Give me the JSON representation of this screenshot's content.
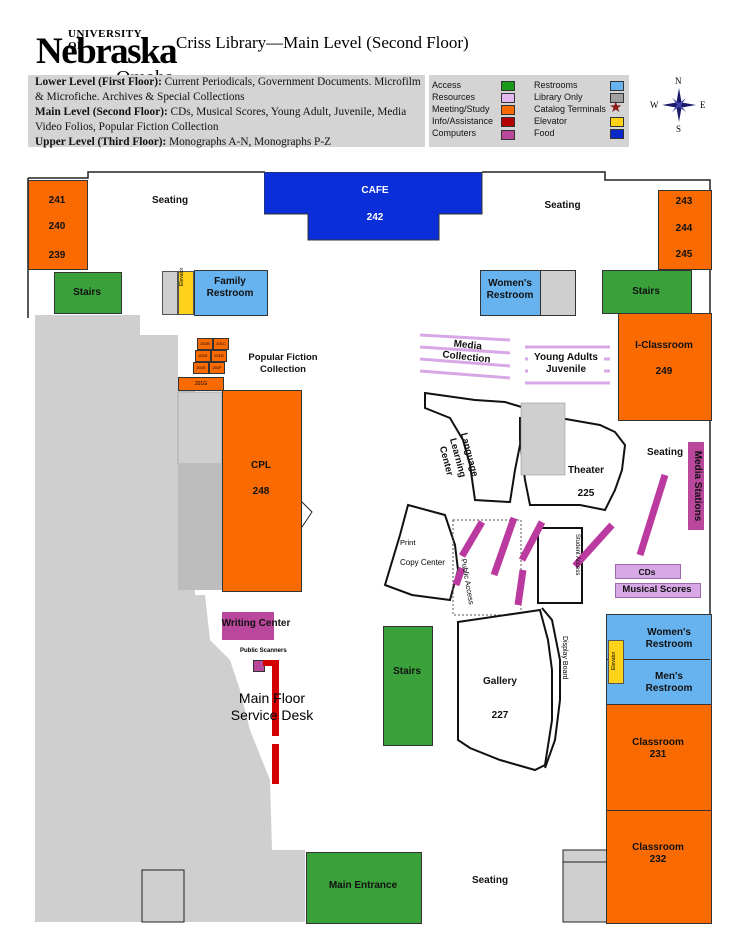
{
  "header": {
    "university_small": "UNIVERSITY OF",
    "university_main": "Nebraska",
    "university_sub": "Omaha",
    "title": "Criss Library—Main Level (Second Floor)"
  },
  "levels": {
    "lower_label": "Lower Level (First Floor):",
    "lower_text": " Current Periodicals, Government Documents. Microfilm & Microfiche. Archives & Special Collections",
    "main_label": "Main Level (Second Floor):",
    "main_text": " CDs, Musical Scores, Young Adult, Juvenile, Media Video Folios, Popular Fiction Collection",
    "upper_label": "Upper Level (Third Floor):",
    "upper_text": " Monographs A-N, Monographs P-Z"
  },
  "legend": {
    "items": [
      {
        "label": "Access",
        "color": "#1a9a1a"
      },
      {
        "label": "Resources",
        "color": "#e6b8f0"
      },
      {
        "label": "Meeting/Study",
        "color": "#f96b00"
      },
      {
        "label": "Info/Assistance",
        "color": "#b30000"
      },
      {
        "label": "Computers",
        "color": "#b9479c"
      },
      {
        "label": "Restrooms",
        "color": "#66b3f0"
      },
      {
        "label": "Library Only",
        "color": "#a0a0a0"
      },
      {
        "label": "Catalog Terminals",
        "color": "#8b1a1a"
      },
      {
        "label": "Elevator",
        "color": "#ffd21a"
      },
      {
        "label": "Food",
        "color": "#0a28c8"
      }
    ]
  },
  "compass": {
    "n": "N",
    "s": "S",
    "e": "E",
    "w": "W"
  },
  "rooms": {
    "r241": "241",
    "r240": "240",
    "r239": "239",
    "r243": "243",
    "r244": "244",
    "r245": "245",
    "cafe": "CAFE",
    "cafe_num": "242",
    "seating_left": "Seating",
    "seating_right": "Seating",
    "seating_mid": "Seating",
    "seating_bottom": "Seating",
    "stairs_left": "Stairs",
    "stairs_right": "Stairs",
    "stairs_center": "Stairs",
    "family_restroom": "Family\nRestroom",
    "elevator": "Elevator",
    "womens_restroom_top": "Women's\nRestroom",
    "i_classroom": "I-Classroom",
    "i_classroom_num": "249",
    "media_collection": "Media\nCollection",
    "young_adults": "Young Adults\nJuvenile",
    "popular_fiction": "Popular Fiction\nCollection",
    "cpl": "CPL",
    "cpl_num": "248",
    "language_center": "Language\nLearning\nCenter",
    "theater": "Theater",
    "theater_num": "225",
    "media_stations": "Media Stations",
    "print": "Print",
    "copy_center": "Copy Center",
    "public_access": "Public Access",
    "student_access": "Student Access",
    "cds": "CDs",
    "musical_scores": "Musical Scores",
    "writing_center": "Writing Center",
    "public_scanners": "Public Scanners",
    "service_desk": "Main  Floor\nService Desk",
    "gallery": "Gallery",
    "gallery_num": "227",
    "display_board": "Display Board",
    "womens_restroom": "Women's\nRestroom",
    "mens_restroom": "Men's\nRestroom",
    "elevator_right": "Elevator",
    "classroom231": "Classroom\n231",
    "classroom232": "Classroom\n232",
    "main_entrance": "Main Entrance",
    "study_rooms": [
      "201B",
      "201C",
      "201E",
      "201D",
      "201E",
      "201F",
      "201G"
    ]
  }
}
